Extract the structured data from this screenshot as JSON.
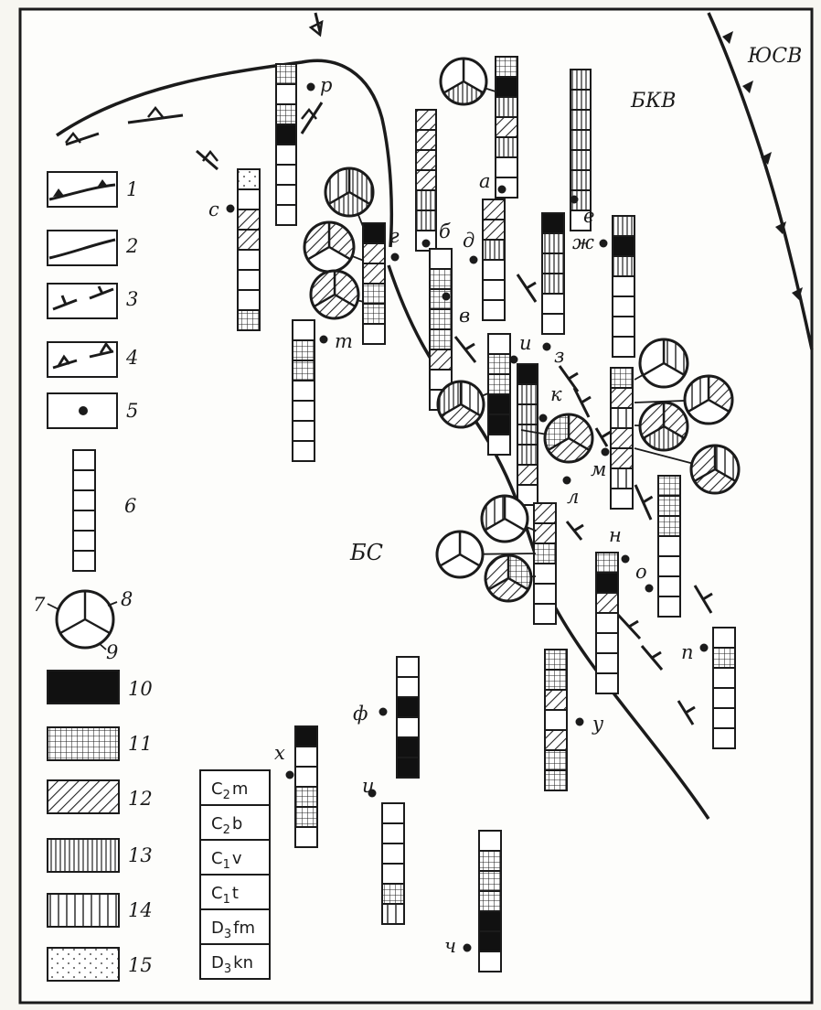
{
  "regions": {
    "bkv": "БКВ",
    "yusv": "ЮСВ",
    "bs": "БС"
  },
  "sites": [
    {
      "id": "p",
      "label": "р"
    },
    {
      "id": "a",
      "label": "а"
    },
    {
      "id": "e",
      "label": "е"
    },
    {
      "id": "s",
      "label": "с"
    },
    {
      "id": "g",
      "label": "г"
    },
    {
      "id": "b",
      "label": "б"
    },
    {
      "id": "d",
      "label": "д"
    },
    {
      "id": "zh",
      "label": "ж"
    },
    {
      "id": "v",
      "label": "в"
    },
    {
      "id": "t",
      "label": "т"
    },
    {
      "id": "i",
      "label": "и"
    },
    {
      "id": "z",
      "label": "з"
    },
    {
      "id": "k",
      "label": "к"
    },
    {
      "id": "m",
      "label": "м"
    },
    {
      "id": "l",
      "label": "л"
    },
    {
      "id": "n",
      "label": "н"
    },
    {
      "id": "o",
      "label": "о"
    },
    {
      "id": "pp",
      "label": "п"
    },
    {
      "id": "f",
      "label": "ф"
    },
    {
      "id": "u",
      "label": "у"
    },
    {
      "id": "h",
      "label": "х"
    },
    {
      "id": "ts",
      "label": "ц"
    },
    {
      "id": "ch",
      "label": "ч"
    }
  ],
  "legend": {
    "numbers": [
      "1",
      "2",
      "3",
      "4",
      "5",
      "6",
      "7",
      "8",
      "9",
      "10",
      "11",
      "12",
      "13",
      "14",
      "15"
    ],
    "strat_units": [
      {
        "main": "C",
        "sub": "2",
        "suffix": "m"
      },
      {
        "main": "C",
        "sub": "2",
        "suffix": "b"
      },
      {
        "main": "C",
        "sub": "1",
        "suffix": "v"
      },
      {
        "main": "C",
        "sub": "1",
        "suffix": "t"
      },
      {
        "main": "D",
        "sub": "3",
        "suffix": "fm"
      },
      {
        "main": "D",
        "sub": "3",
        "suffix": "kn"
      }
    ]
  },
  "colors": {
    "ink": "#1b1b1b",
    "paper": "#f7f6f1"
  }
}
